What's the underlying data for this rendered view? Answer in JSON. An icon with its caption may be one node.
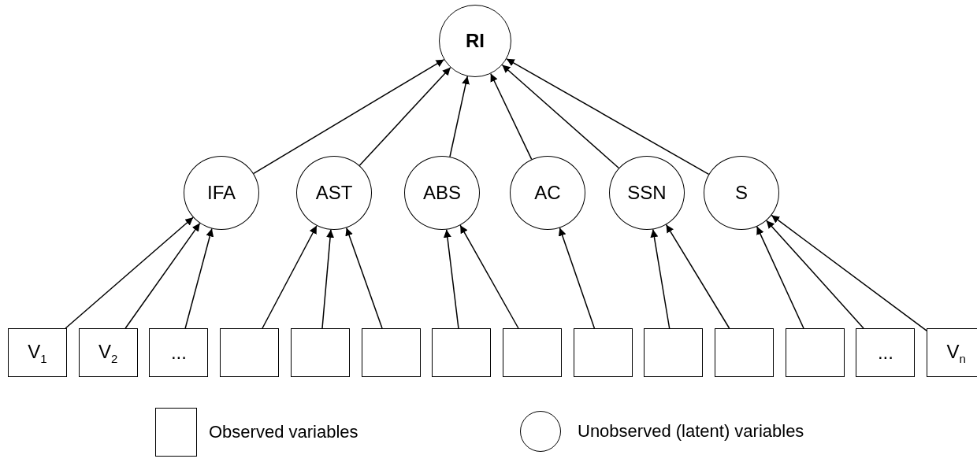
{
  "diagram": {
    "nodes": [
      {
        "text": [
          "RI"
        ]
      },
      {
        "text": [
          "IFA"
        ]
      },
      {
        "text": [
          "AST"
        ]
      },
      {
        "text": [
          "ABS"
        ]
      },
      {
        "text": [
          "AC"
        ]
      },
      {
        "text": [
          "SSN"
        ]
      },
      {
        "text": [
          "S"
        ]
      },
      {
        "text": [
          "V$_{1}$"
        ]
      },
      {
        "text": [
          "V$_{2}$"
        ]
      },
      {
        "text": [
          "..."
        ]
      },
      {
        "text": [],
        "shape": "box"
      },
      {
        "text": [],
        "shape": "box"
      },
      {
        "text": [],
        "shape": "box"
      },
      {
        "text": [],
        "shape": "box"
      },
      {
        "text": [],
        "shape": "box"
      },
      {
        "text": [],
        "shape": "box"
      },
      {
        "text": [],
        "shape": "box"
      },
      {
        "text": [],
        "shape": "box"
      },
      {
        "text": [],
        "shape": "box"
      },
      {
        "text": [
          "..."
        ]
      },
      {
        "text": [
          "V$_{n}$"
        ]
      }
    ],
    "edges": [
      {
        "from": 1,
        "to": 0,
        "arrow": "to"
      },
      {
        "from": 2,
        "to": 0,
        "arrow": "to"
      },
      {
        "from": 3,
        "to": 0,
        "arrow": "to"
      },
      {
        "from": 4,
        "to": 0,
        "arrow": "to"
      },
      {
        "from": 5,
        "to": 0,
        "arrow": "to"
      },
      {
        "from": 6,
        "to": 0,
        "arrow": "to"
      },
      {
        "from": 7,
        "to": 1,
        "arrow": "to"
      },
      {
        "from": 8,
        "to": 1,
        "arrow": "to"
      },
      {
        "from": 9,
        "to": 1,
        "arrow": "to"
      },
      {
        "from": 10,
        "to": 2,
        "arrow": "to"
      },
      {
        "from": 11,
        "to": 2,
        "arrow": "to"
      },
      {
        "from": 12,
        "to": 2,
        "arrow": "to"
      },
      {
        "from": 13,
        "to": 3,
        "arrow": "to"
      },
      {
        "from": 14,
        "to": 3,
        "arrow": "to"
      },
      {
        "from": 15,
        "to": 4,
        "arrow": "to"
      },
      {
        "from": 16,
        "to": 5,
        "arrow": "to"
      },
      {
        "from": 17,
        "to": 5,
        "arrow": "to"
      },
      {
        "from": 18,
        "to": 6,
        "arrow": "to"
      },
      {
        "from": 19,
        "to": 6,
        "arrow": "to"
      },
      {
        "from": 20,
        "to": 6,
        "arrow": "to"
      }
    ],
    "legend": [
      {
        "text": "Observed variables"
      },
      {
        "text": "Unobserved (latent) variables"
      }
    ]
  }
}
